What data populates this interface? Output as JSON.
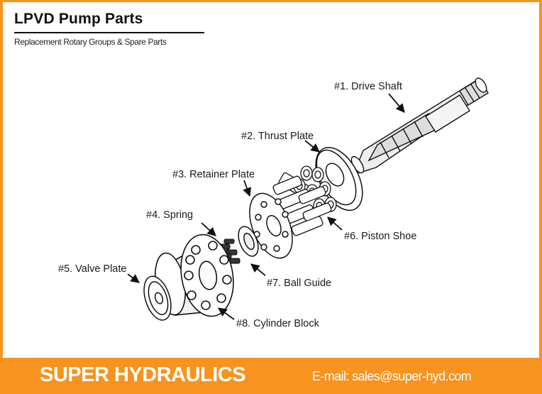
{
  "header": {
    "title": "LPVD Pump Parts",
    "subtitle": "Replacement Rotary Groups & Spare Parts"
  },
  "diagram": {
    "labels": [
      "#1. Drive Shaft",
      "#2. Thrust Plate",
      "#3. Retainer Plate",
      "#4. Spring",
      "#5. Valve Plate",
      "#6. Piston Shoe",
      "#7. Ball Guide",
      "#8. Cylinder Block"
    ]
  },
  "footer": {
    "brand": "SUPER HYDRAULICS",
    "email": "E-mail: sales@super-hyd.com"
  },
  "colors": {
    "accent": "#f7931e",
    "panel": "#ffffff",
    "text": "#111111"
  }
}
